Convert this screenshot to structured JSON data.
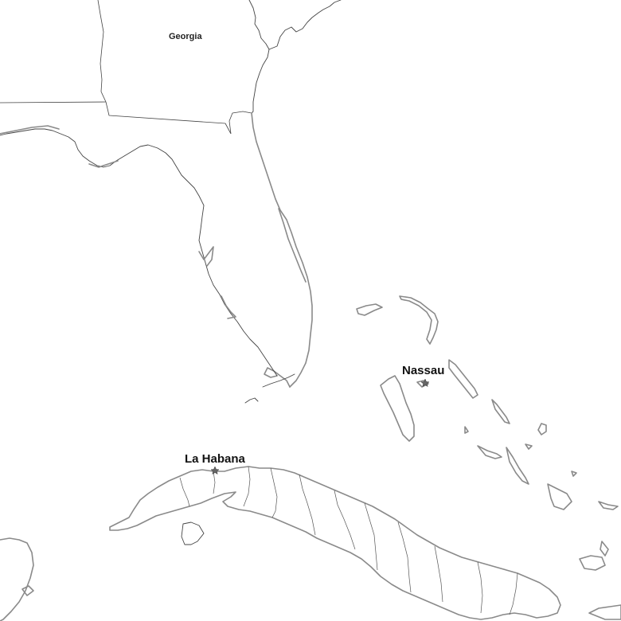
{
  "map": {
    "labels": {
      "georgia": "Georgia",
      "nassau": "Nassau",
      "havana": "La Habana"
    }
  }
}
